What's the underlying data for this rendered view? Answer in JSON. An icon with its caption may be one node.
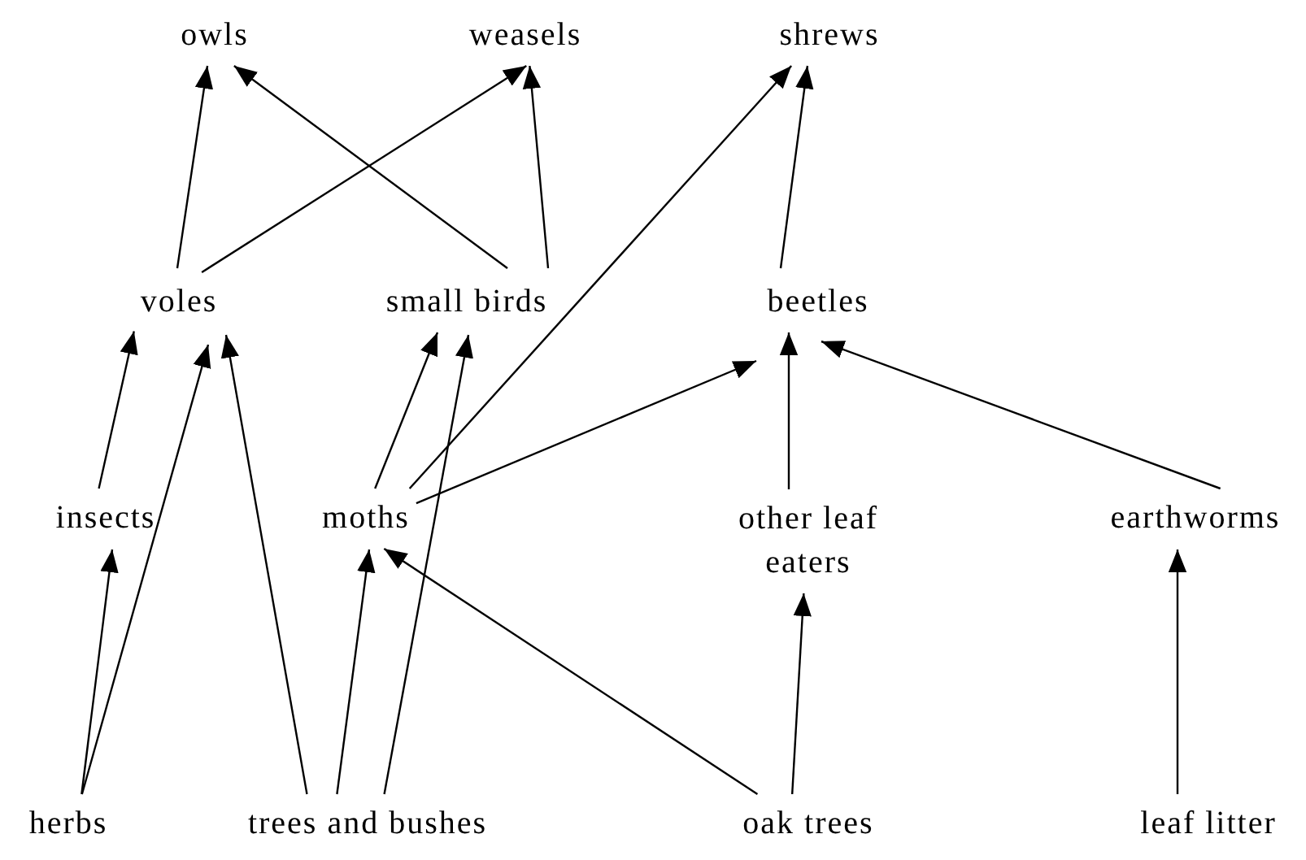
{
  "diagram": {
    "nodes": [
      {
        "text": [
          "owls"
        ]
      },
      {
        "text": [
          "weasels"
        ]
      },
      {
        "text": [
          "shrews"
        ]
      },
      {
        "text": [
          "voles"
        ]
      },
      {
        "text": [
          "small birds"
        ]
      },
      {
        "text": [
          "beetles"
        ]
      },
      {
        "text": [
          "insects"
        ]
      },
      {
        "text": [
          "moths"
        ]
      },
      {
        "text": [
          "other leaf eaters"
        ]
      },
      {
        "text": [
          "earthworms"
        ]
      },
      {
        "text": [
          "herbs"
        ]
      },
      {
        "text": [
          "trees and bushes"
        ]
      },
      {
        "text": [
          "oak trees"
        ]
      },
      {
        "text": [
          "leaf litter"
        ]
      }
    ],
    "edges": [
      {
        "from": 3,
        "to": 0,
        "arrow": "to"
      },
      {
        "from": 4,
        "to": 0,
        "arrow": "to"
      },
      {
        "from": 3,
        "to": 1,
        "arrow": "to"
      },
      {
        "from": 4,
        "to": 1,
        "arrow": "to"
      },
      {
        "from": 7,
        "to": 2,
        "arrow": "to"
      },
      {
        "from": 5,
        "to": 2,
        "arrow": "to"
      },
      {
        "from": 6,
        "to": 3,
        "arrow": "to"
      },
      {
        "from": 10,
        "to": 3,
        "arrow": "to"
      },
      {
        "from": 11,
        "to": 3,
        "arrow": "to"
      },
      {
        "from": 7,
        "to": 4,
        "arrow": "to"
      },
      {
        "from": 11,
        "to": 4,
        "arrow": "to"
      },
      {
        "from": 7,
        "to": 5,
        "arrow": "to"
      },
      {
        "from": 8,
        "to": 5,
        "arrow": "to"
      },
      {
        "from": 9,
        "to": 5,
        "arrow": "to"
      },
      {
        "from": 10,
        "to": 6,
        "arrow": "to"
      },
      {
        "from": 11,
        "to": 7,
        "arrow": "to"
      },
      {
        "from": 12,
        "to": 7,
        "arrow": "to"
      },
      {
        "from": 12,
        "to": 8,
        "arrow": "to"
      },
      {
        "from": 13,
        "to": 9,
        "arrow": "to"
      }
    ]
  }
}
